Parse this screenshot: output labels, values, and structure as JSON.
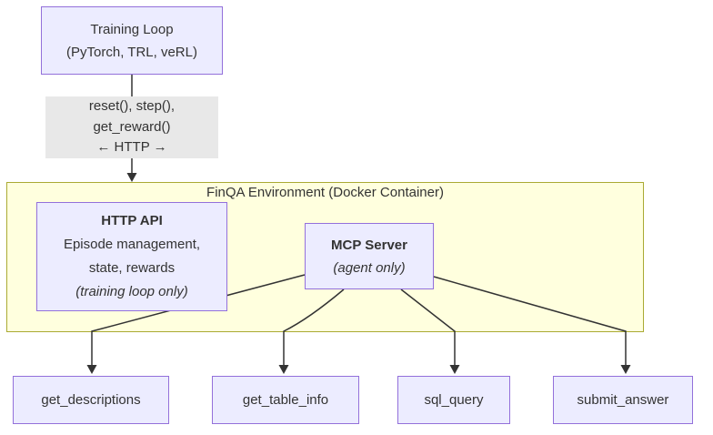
{
  "container": {
    "title": "FinQA Environment (Docker Container)"
  },
  "nodes": {
    "training_loop": {
      "title": "Training Loop",
      "subtitle": "(PyTorch, TRL, veRL)"
    },
    "http_api": {
      "title": "HTTP API",
      "desc1": "Episode management,",
      "desc2": "state, rewards",
      "note": "(training loop only)"
    },
    "mcp_server": {
      "title": "MCP Server",
      "note": "(agent only)"
    }
  },
  "edge_label": {
    "line1": "reset(), step(),",
    "line2": "get_reward()",
    "line3": "← HTTP →"
  },
  "tools": [
    {
      "label": "get_descriptions"
    },
    {
      "label": "get_table_info"
    },
    {
      "label": "sql_query"
    },
    {
      "label": "submit_answer"
    }
  ],
  "colors": {
    "node_fill": "#ECECFF",
    "node_border": "#9370DB",
    "container_fill": "#FFFFDE",
    "container_border": "#AAAA33",
    "edge_label_bg": "#E8E8E8",
    "line": "#333333",
    "text": "#333333"
  }
}
